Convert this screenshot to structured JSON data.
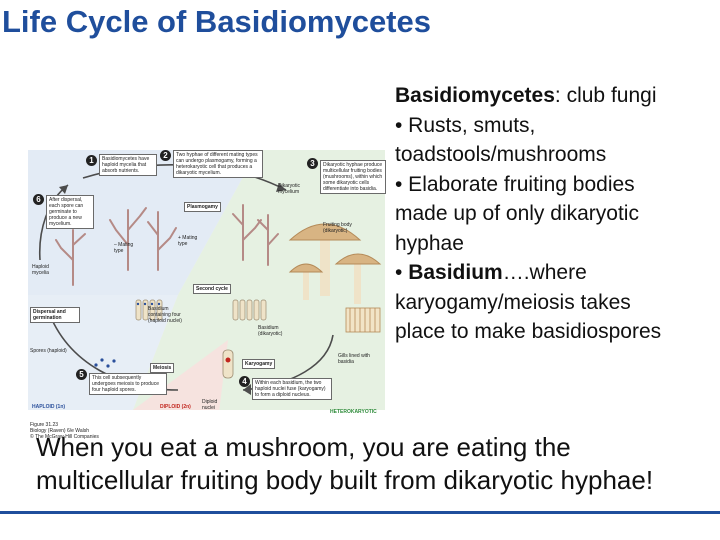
{
  "slide": {
    "title": "Life Cycle of Basidiomycetes",
    "bullets": {
      "l1_term": "Basidiomycetes",
      "l1_rest": ": club fungi",
      "l2": "• Rusts, smuts,",
      "l3": "toadstools/mushrooms",
      "l4": "• Elaborate fruiting bodies",
      "l5": "made up of only dikaryotic",
      "l6": "hyphae",
      "l7_bullet": "• ",
      "l7_term": "Basidium",
      "l7_rest": "….where",
      "l8": "karyogamy/meiosis takes",
      "l9": "place to make basidiospores"
    },
    "bottom_text": "When you eat a mushroom, you are eating the multicellular fruiting body built from dikaryotic hyphae!"
  },
  "figure": {
    "colors": {
      "haploid": "#2a4f9b",
      "diploid": "#c2261e",
      "heterokaryotic": "#2e8b3a",
      "mushroom_cap": "#d8b483",
      "mushroom_stalk": "#efe3c8",
      "hyphae": "#b58a86"
    },
    "steps": {
      "n1": "1",
      "n2": "2",
      "n3": "3",
      "n4": "4",
      "n5": "5",
      "n6": "6",
      "s1": "Basidiomycetes have haploid mycelia that absorb nutrients.",
      "s2": "Two hyphae of different mating types can undergo plasmogamy, forming a heterokaryotic cell that produces a dikaryotic mycelium.",
      "s3": "Dikaryotic hyphae produce multicellular fruiting bodies (mushrooms), within which some dikaryotic cells differentiate into basidia.",
      "s4": "Within each basidium, the two haploid nuclei fuse (karyogamy) to form a diploid nucleus.",
      "s5": "This cell subsequently undergoes meiosis to produce four haploid spores.",
      "s6": "After dispersal, each spore can germinate to produce a new mycelium."
    },
    "labels": {
      "plasmogamy": "Plasmogamy",
      "karyogamy": "Karyogamy",
      "meiosis": "Meiosis",
      "dispersal": "Dispersal and germination",
      "spores": "Spores (haploid)",
      "haploid_mycelia": "Haploid mycelia",
      "mating_type_plus": "+ Mating type",
      "mating_type_minus": "– Mating type",
      "dikaryotic_mycelium": "Dikaryotic mycelium",
      "fruiting_body": "Fruiting body (dikaryotic)",
      "second_cycle": "Second cycle",
      "basidium": "Basidium (dikaryotic)",
      "basidium_four": "Basidium containing four (haploid nuclei)",
      "gills": "Gills lined with basidia",
      "diploid_nuclei": "Diploid nuclei",
      "haploid_key": "HAPLOID (1n)",
      "diploid_key": "DIPLOID (2n)",
      "heterokaryotic_key": "HETEROKARYOTIC",
      "figure_no": "Figure 31.23",
      "credit_1": "Biology (Raven) 6/e Walsh",
      "credit_2": "© The McGraw-Hill Companies"
    }
  }
}
